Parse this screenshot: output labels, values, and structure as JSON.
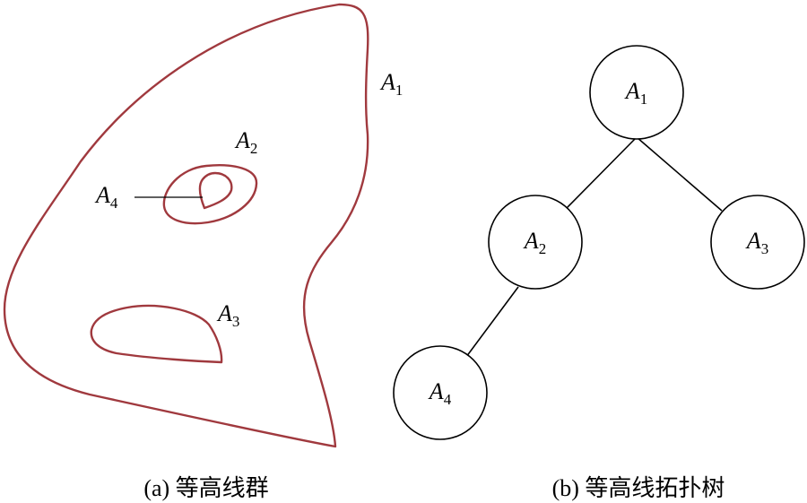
{
  "panel_a": {
    "contour_labels": {
      "a1": {
        "letter": "A",
        "sub": "1"
      },
      "a2": {
        "letter": "A",
        "sub": "2"
      },
      "a3": {
        "letter": "A",
        "sub": "3"
      },
      "a4": {
        "letter": "A",
        "sub": "4"
      }
    },
    "caption": "(a) 等高线群",
    "contour_color": "#a0393e"
  },
  "panel_b": {
    "nodes": {
      "a1": {
        "letter": "A",
        "sub": "1"
      },
      "a2": {
        "letter": "A",
        "sub": "2"
      },
      "a3": {
        "letter": "A",
        "sub": "3"
      },
      "a4": {
        "letter": "A",
        "sub": "4"
      }
    },
    "edges": [
      [
        "a1",
        "a2"
      ],
      [
        "a1",
        "a3"
      ],
      [
        "a2",
        "a4"
      ]
    ],
    "caption": "(b) 等高线拓扑树"
  }
}
